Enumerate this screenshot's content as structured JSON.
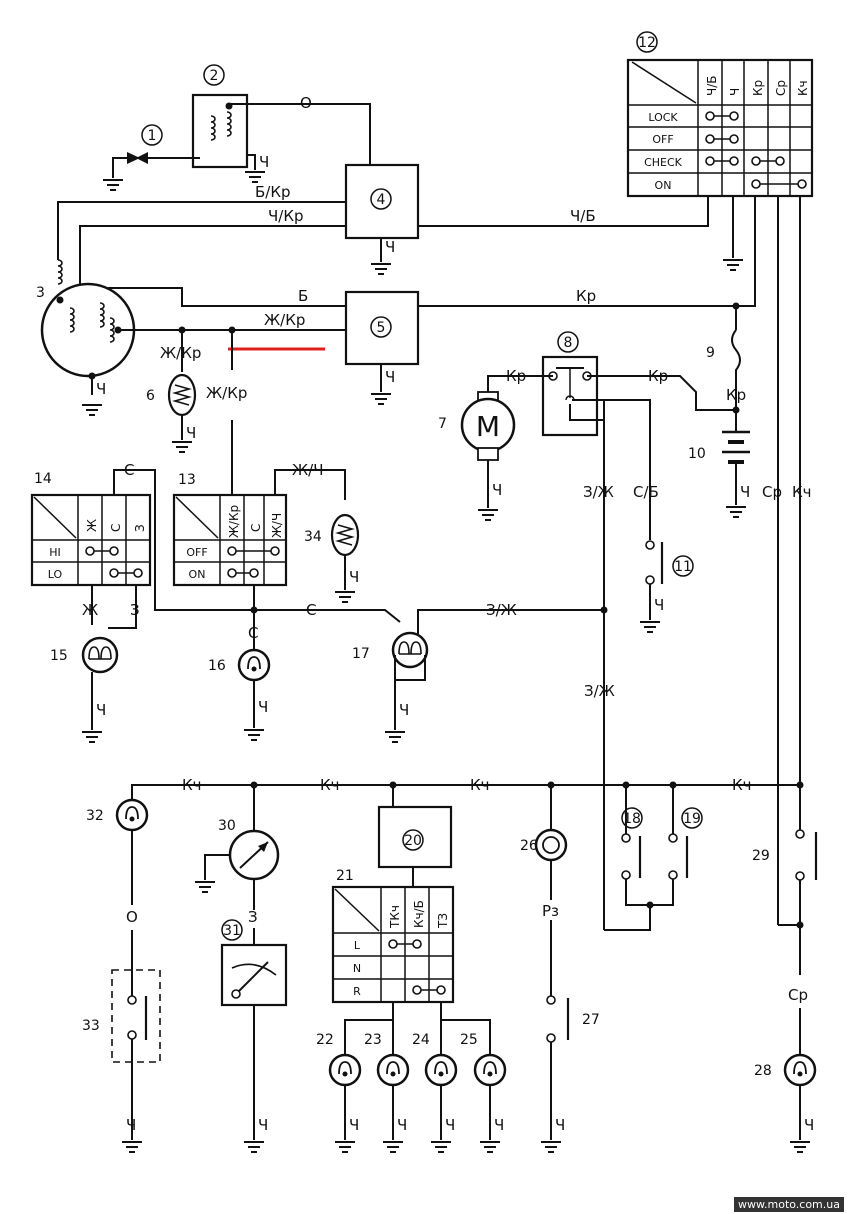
{
  "components": {
    "c1": "1",
    "c2": "2",
    "c3": "3",
    "c4": "4",
    "c5": "5",
    "c6": "6",
    "c7": "7",
    "c8": "8",
    "c9": "9",
    "c10": "10",
    "c11": "11",
    "c12": "12",
    "c13": "13",
    "c14": "14",
    "c15": "15",
    "c16": "16",
    "c17": "17",
    "c18": "18",
    "c19": "19",
    "c20": "20",
    "c21": "21",
    "c22": "22",
    "c23": "23",
    "c24": "24",
    "c25": "25",
    "c26": "26",
    "c27": "27",
    "c28": "28",
    "c29": "29",
    "c30": "30",
    "c31": "31",
    "c32": "32",
    "c33": "33",
    "c34": "34"
  },
  "wire_labels": {
    "o": "О",
    "ch": "Ч",
    "b_kr": "Б/Кр",
    "ch_kr": "Ч/Кр",
    "ch_b": "Ч/Б",
    "b": "Б",
    "kr": "Кр",
    "zh_kr": "Ж/Кр",
    "s": "С",
    "z_zh": "З/Ж",
    "s_b": "С/Б",
    "zh_ch": "Ж/Ч",
    "zh": "Ж",
    "z": "З",
    "sr": "Ср",
    "kch": "Кч",
    "r_z": "Рз"
  },
  "ignition_switch": {
    "headers": [
      "Ч/Б",
      "Ч",
      "Кр",
      "Ср",
      "Кч"
    ],
    "rows": [
      "LOCK",
      "OFF",
      "CHECK",
      "ON"
    ]
  },
  "dimmer_switch": {
    "headers": [
      "Ж",
      "С",
      "З"
    ],
    "rows": [
      "HI",
      "LO"
    ]
  },
  "light_switch": {
    "headers": [
      "Ж/Кр",
      "С",
      "Ж/Ч"
    ],
    "rows": [
      "OFF",
      "ON"
    ]
  },
  "gear_switch": {
    "headers": [
      "ТКч",
      "Кч/Б",
      "ТЗ"
    ],
    "rows": [
      "L",
      "N",
      "R"
    ]
  },
  "footer": "www.moto.com.ua",
  "colors": {
    "highlight": "#e0201c",
    "ink": "#111111"
  }
}
